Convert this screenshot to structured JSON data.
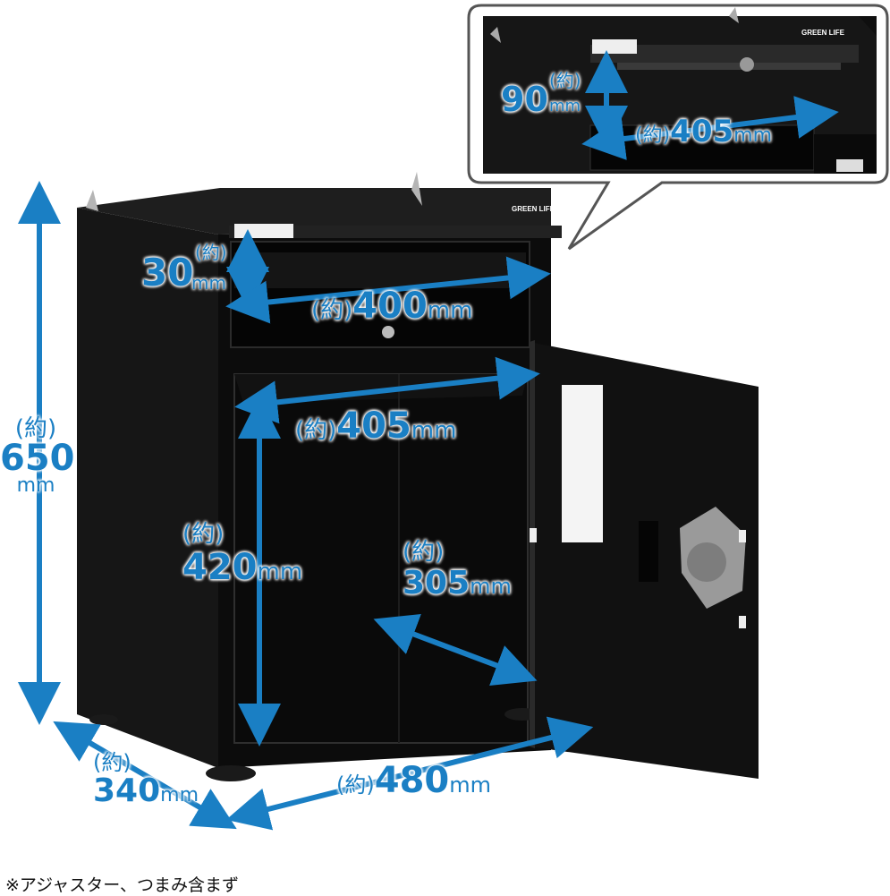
{
  "brand": "GREEN LIFE",
  "approx_mark": "(約)",
  "unit": "mm",
  "dimensions": {
    "height_total": "650",
    "drawer_opening_height": "30",
    "drawer_width": "400",
    "cabinet_inner_width": "405",
    "cabinet_inner_height": "420",
    "cabinet_inner_depth": "305",
    "depth_total": "340",
    "width_total": "480",
    "inset_height": "90",
    "inset_width": "405"
  },
  "footnote": "※アジャスター、つまみ含まず",
  "colors": {
    "accent": "#1a7fc4",
    "body": "#111111"
  }
}
